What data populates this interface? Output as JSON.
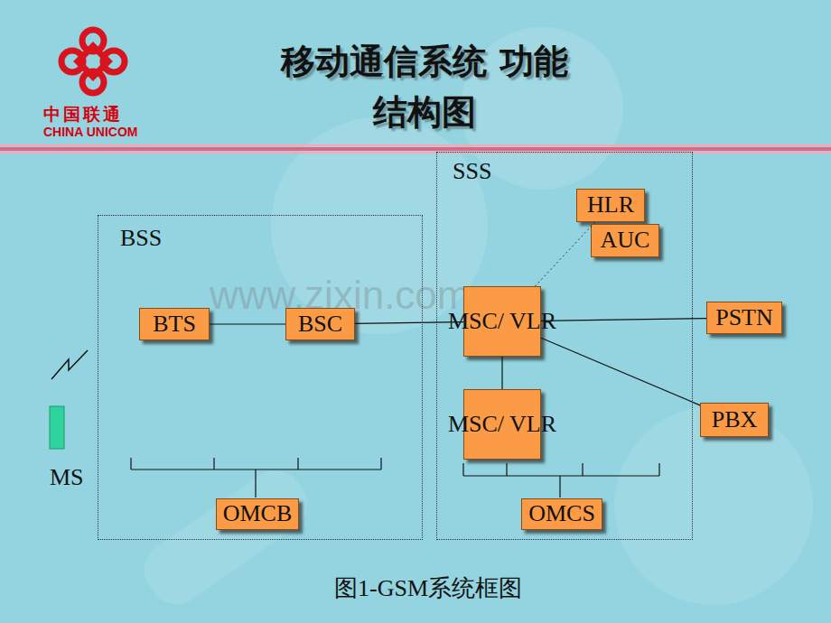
{
  "diagram": {
    "title": "移动通信系统 功能结构图",
    "caption": "图1-GSM系统框图",
    "nodes": [
      {
        "text": [
          "BSS"
        ]
      },
      {
        "text": [
          "BTS"
        ],
        "in": 0
      },
      {
        "text": [
          "BSC"
        ],
        "in": 0
      },
      {
        "text": [
          "OMCB"
        ],
        "in": 0
      },
      {
        "text": [
          "SSS"
        ]
      },
      {
        "text": [
          "HLR"
        ],
        "in": 4
      },
      {
        "text": [
          "AUC"
        ],
        "in": 4
      },
      {
        "text": [
          "MSC/ VLR"
        ],
        "in": 4
      },
      {
        "text": [
          "MSC/ VLR"
        ],
        "in": 4
      },
      {
        "text": [
          "OMCS"
        ],
        "in": 4
      },
      {
        "text": [
          "PSTN"
        ]
      },
      {
        "text": [
          "PBX"
        ]
      }
    ],
    "edges": [
      {
        "from": 1,
        "to": 2,
        "arrow": "none"
      },
      {
        "from": 2,
        "to": 7,
        "arrow": "none"
      },
      {
        "from": 7,
        "to": 5,
        "arrow": "none"
      },
      {
        "from": 7,
        "to": 10,
        "arrow": "none"
      },
      {
        "from": 7,
        "to": 11,
        "arrow": "none"
      },
      {
        "from": 7,
        "to": 8,
        "arrow": "none"
      }
    ],
    "labels": [
      "中国联通",
      "CHINA UNICOM",
      "MS",
      "www.zixin.com.cn"
    ]
  }
}
